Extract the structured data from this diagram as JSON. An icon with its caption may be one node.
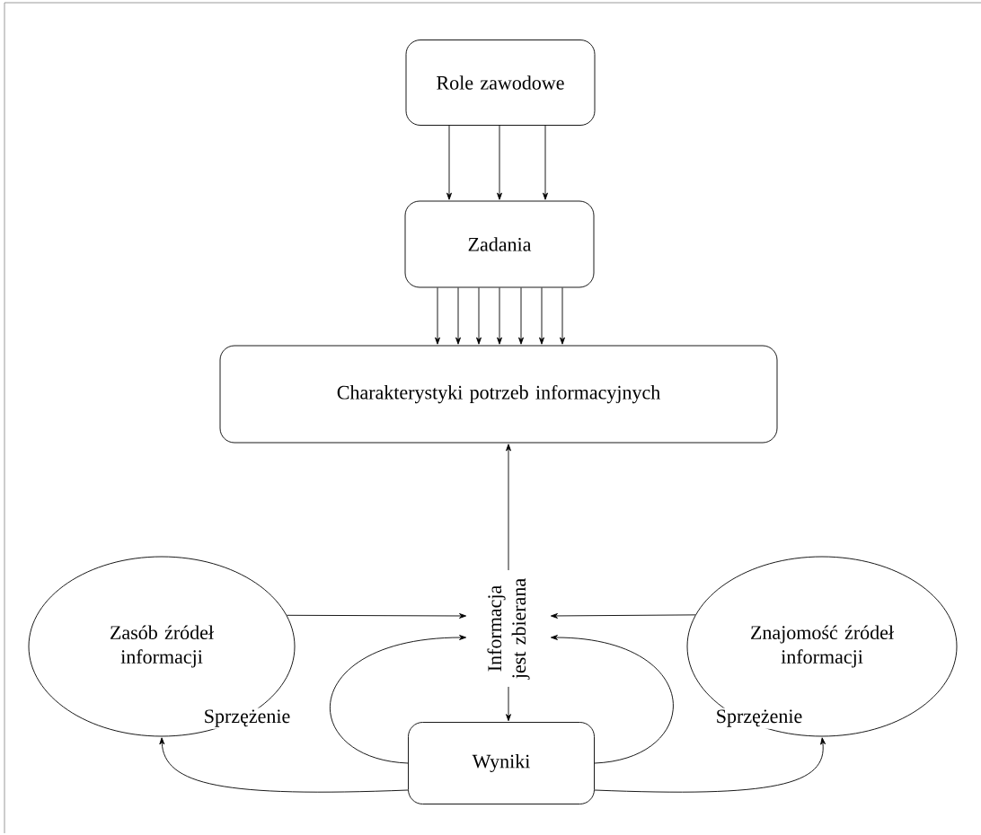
{
  "diagram": {
    "nodes": [
      {
        "text": [
          "Role zawodowe"
        ]
      },
      {
        "text": [
          "Zadania"
        ]
      },
      {
        "text": [
          "Charakterystyki potrzeb informacyjnych"
        ]
      },
      {
        "text": [
          "Zasób źródeł informacji"
        ]
      },
      {
        "text": [
          "Informacja jest zbierana"
        ]
      },
      {
        "text": [
          "Znajomość źródeł informacji"
        ]
      },
      {
        "text": [
          "Wyniki"
        ]
      }
    ],
    "edges": [
      {
        "from": 0,
        "to": 1,
        "arrow": "to"
      },
      {
        "from": 0,
        "to": 1,
        "arrow": "to"
      },
      {
        "from": 0,
        "to": 1,
        "arrow": "to"
      },
      {
        "from": 1,
        "to": 2,
        "arrow": "to"
      },
      {
        "from": 1,
        "to": 2,
        "arrow": "to"
      },
      {
        "from": 1,
        "to": 2,
        "arrow": "to"
      },
      {
        "from": 1,
        "to": 2,
        "arrow": "to"
      },
      {
        "from": 1,
        "to": 2,
        "arrow": "to"
      },
      {
        "from": 1,
        "to": 2,
        "arrow": "to"
      },
      {
        "from": 1,
        "to": 2,
        "arrow": "to"
      },
      {
        "from": 4,
        "to": 2,
        "arrow": "to"
      },
      {
        "from": 4,
        "to": 6,
        "arrow": "to"
      },
      {
        "from": 3,
        "to": 4,
        "arrow": "to"
      },
      {
        "from": 5,
        "to": 4,
        "arrow": "to"
      },
      {
        "from": 6,
        "to": 4,
        "arrow": "to"
      },
      {
        "from": 6,
        "to": 4,
        "arrow": "to"
      },
      {
        "from": 6,
        "to": 3,
        "arrow": "to",
        "label": "Sprzężenie"
      },
      {
        "from": 6,
        "to": 5,
        "arrow": "to",
        "label": "Sprzężenie"
      }
    ]
  }
}
